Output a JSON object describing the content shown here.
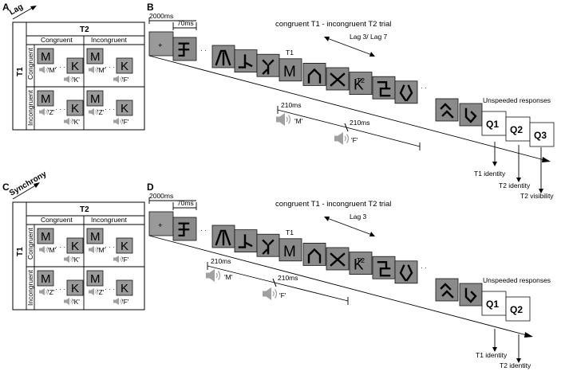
{
  "panels": {
    "A": {
      "letter": "A",
      "corner": "Lag"
    },
    "B": {
      "letter": "B",
      "title": "congruent T1 - incongruent T2 trial",
      "lag": "Lag 3/ Lag 7",
      "responses": [
        "Q1",
        "Q2",
        "Q3"
      ],
      "outcomes": [
        "T1 identity",
        "T2 identity",
        "T2 visibility"
      ]
    },
    "C": {
      "letter": "C",
      "corner": "Synchrony"
    },
    "D": {
      "letter": "D",
      "title": "congruent T1 - incongruent T2 trial",
      "lag": "Lag 3",
      "responses": [
        "Q1",
        "Q2"
      ],
      "outcomes": [
        "T1 identity",
        "T2 identity"
      ]
    }
  },
  "table": {
    "t2": "T2",
    "t1": "T1",
    "columns": [
      "Congruent",
      "Incongruent"
    ],
    "rows": [
      "Congruent",
      "Incongruent"
    ],
    "cells": [
      [
        {
          "l1": "M",
          "s1": "'M'",
          "l2": "K",
          "s2": "'K'"
        },
        {
          "l1": "M",
          "s1": "'M'",
          "l2": "K",
          "s2": "'F'"
        }
      ],
      [
        {
          "l1": "M",
          "s1": "'Z'",
          "l2": "K",
          "s2": "'K'"
        },
        {
          "l1": "M",
          "s1": "'Z'",
          "l2": "K",
          "s2": "'F'"
        }
      ]
    ]
  },
  "timeline": {
    "fixation_ms": "2000ms",
    "item_ms": "70ms",
    "fix_symbol": "+",
    "t1": "T1",
    "t2": "T2",
    "t1_letter": "M",
    "t2_letter": "K",
    "sound_ms": "210ms",
    "sound1": "'M'",
    "sound2": "'F'",
    "unspeeded": "Unspeeded responses"
  },
  "colors": {
    "frame": "#8a8a8a",
    "response": "#ffffff",
    "speaker": "#a0a0a0"
  }
}
